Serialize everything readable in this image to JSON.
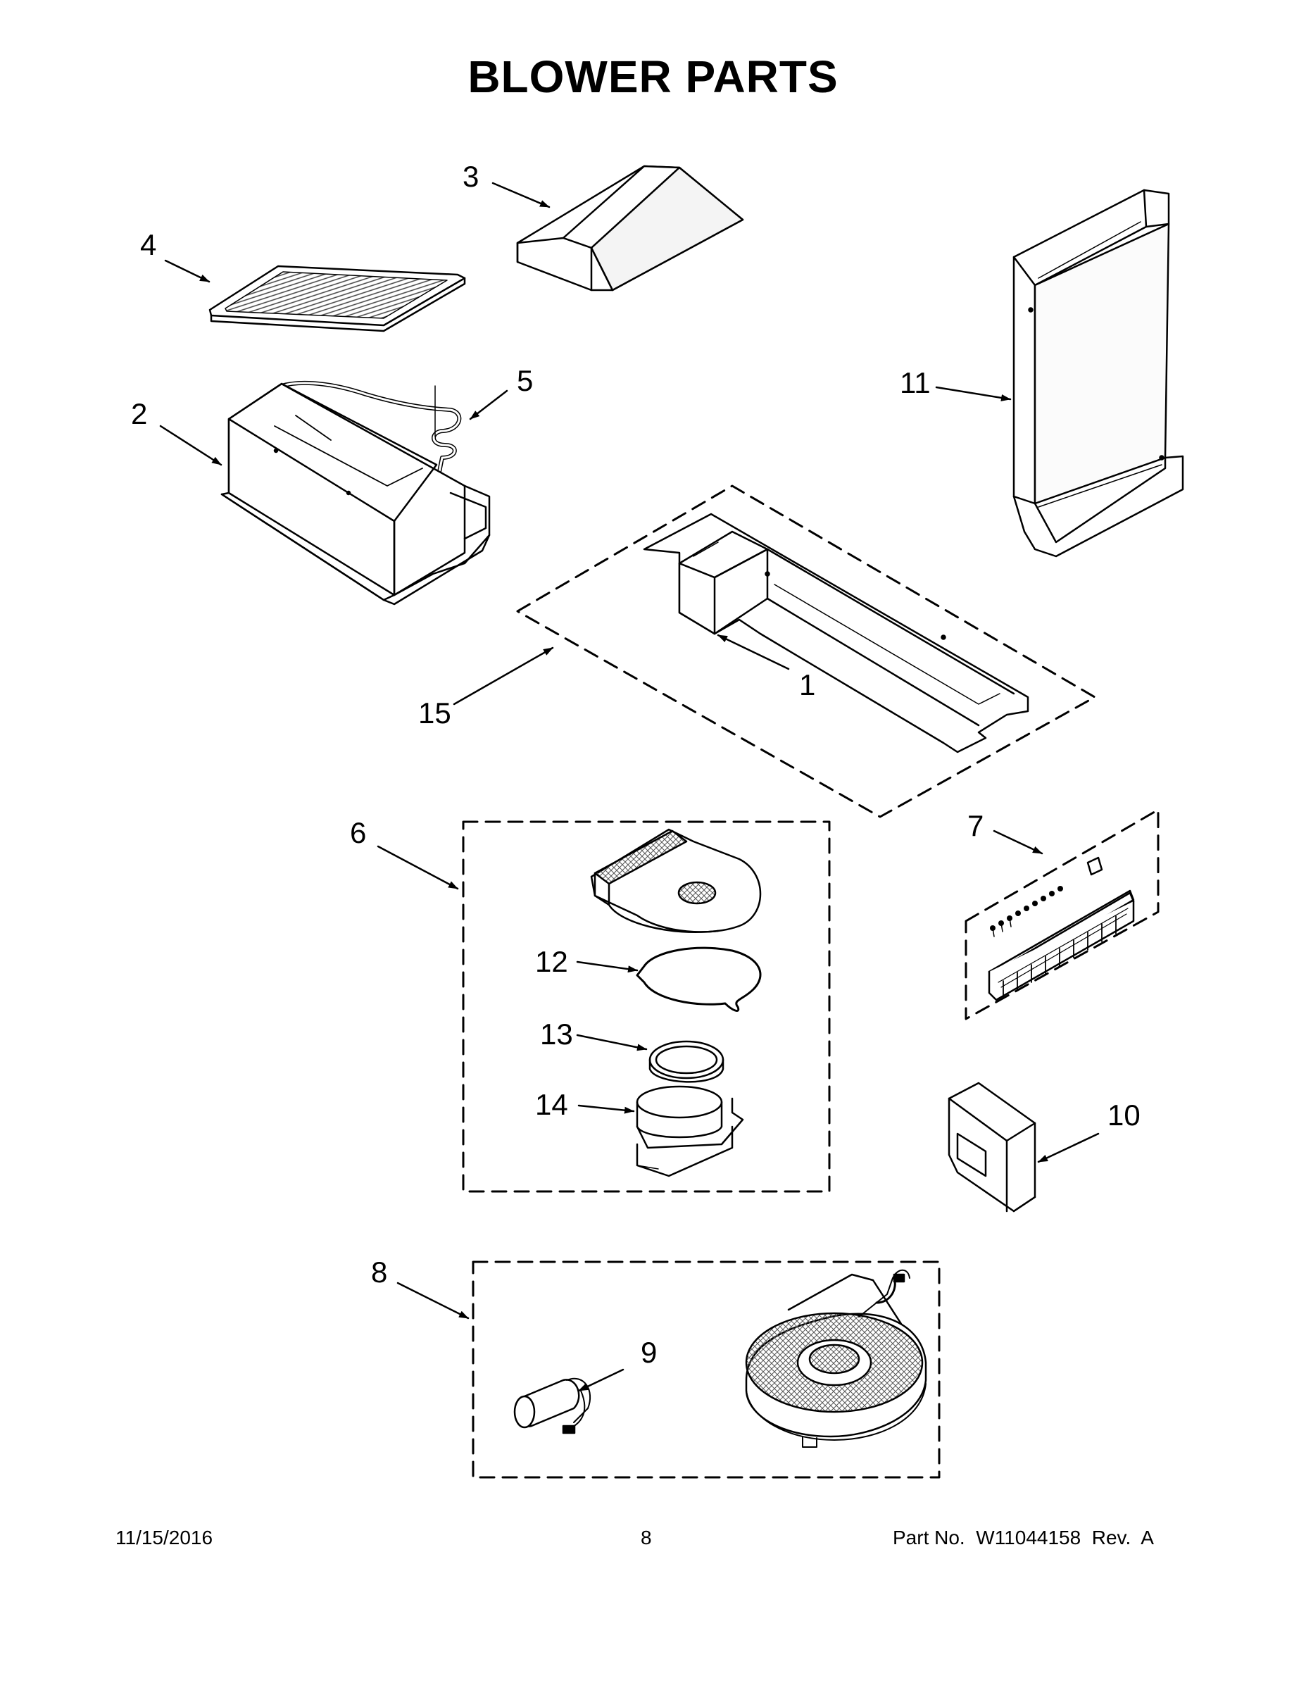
{
  "title": "BLOWER PARTS",
  "callouts": {
    "c1": "1",
    "c2": "2",
    "c3": "3",
    "c4": "4",
    "c5": "5",
    "c6": "6",
    "c7": "7",
    "c8": "8",
    "c9": "9",
    "c10": "10",
    "c11": "11",
    "c12": "12",
    "c13": "13",
    "c14": "14",
    "c15": "15"
  },
  "footer": {
    "date": "11/15/2016",
    "page": "8",
    "part_no": "Part No.  W11044158  Rev.  A"
  }
}
